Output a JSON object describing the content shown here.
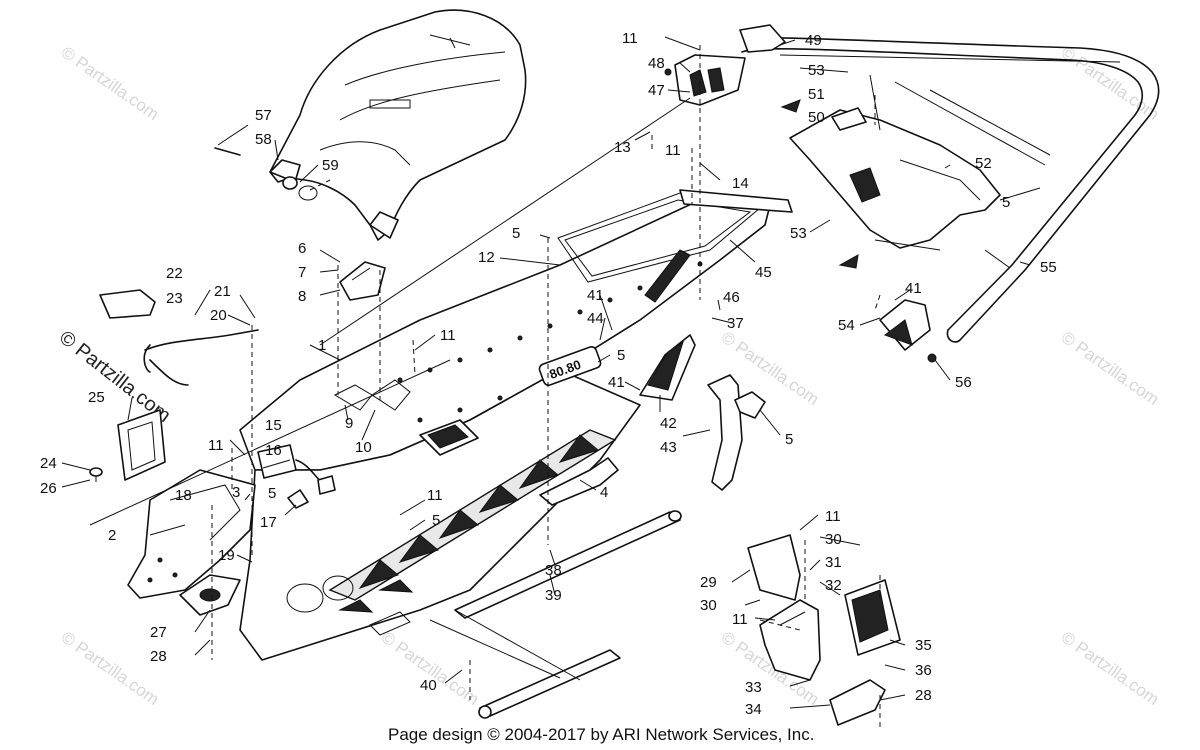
{
  "footer": "Page design © 2004-2017 by ARI Network Services, Inc.",
  "watermark": "© Partzilla.com",
  "badge_text": "80.80",
  "callouts": {
    "c1": "1",
    "c2": "2",
    "c3": "3",
    "c4": "4",
    "c5a": "5",
    "c5b": "5",
    "c5c": "5",
    "c5d": "5",
    "c5e": "5",
    "c5f": "5",
    "c6": "6",
    "c7": "7",
    "c8": "8",
    "c9": "9",
    "c10": "10",
    "c11a": "11",
    "c11b": "11",
    "c11c": "11",
    "c11d": "11",
    "c11e": "11",
    "c11f": "11",
    "c11g": "11",
    "c12": "12",
    "c13": "13",
    "c14": "14",
    "c15": "15",
    "c16": "16",
    "c17": "17",
    "c18": "18",
    "c19": "19",
    "c20": "20",
    "c21": "21",
    "c22": "22",
    "c23": "23",
    "c24": "24",
    "c25": "25",
    "c26": "26",
    "c27": "27",
    "c28a": "28",
    "c28b": "28",
    "c29": "29",
    "c30a": "30",
    "c30b": "30",
    "c31": "31",
    "c32": "32",
    "c33": "33",
    "c34": "34",
    "c35": "35",
    "c36": "36",
    "c37": "37",
    "c38": "38",
    "c39": "39",
    "c40": "40",
    "c41a": "41",
    "c41b": "41",
    "c41c": "41",
    "c42": "42",
    "c43": "43",
    "c44": "44",
    "c45": "45",
    "c46": "46",
    "c47": "47",
    "c48": "48",
    "c49": "49",
    "c50": "50",
    "c51": "51",
    "c52": "52",
    "c53a": "53",
    "c53b": "53",
    "c54": "54",
    "c55": "55",
    "c56": "56",
    "c57": "57",
    "c58": "58",
    "c59": "59"
  }
}
